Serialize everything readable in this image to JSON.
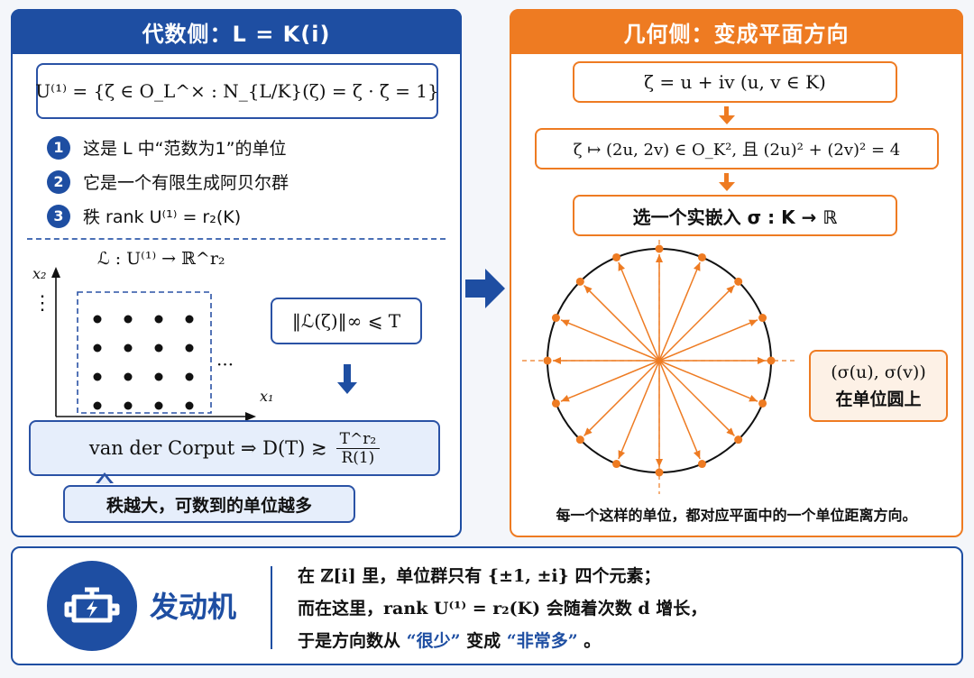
{
  "left_panel": {
    "title": "代数侧：L = K(i)",
    "definition": "U⁽¹⁾ = {ζ ∈ O_L^× : N_{L/K}(ζ) = ζ · ζ̄ = 1}",
    "items": [
      {
        "num": "1",
        "text": "这是 L 中“范数为1”的单位"
      },
      {
        "num": "2",
        "text": "它是一个有限生成阿贝尔群"
      },
      {
        "num": "3",
        "text": "秩 rank U⁽¹⁾ = r₂(K)"
      }
    ],
    "map_label": "ℒ : U⁽¹⁾ → ℝ^r₂",
    "axis_y": "x₂",
    "axis_x": "x₁",
    "vdots": "⋮",
    "hdots": "···",
    "norm_box": "‖ℒ(ζ)‖∞ ⩽ T",
    "corput_left": "van der Corput  ⇒  D(T) ≳",
    "frac_num": "T^r₂",
    "frac_den": "R(1)",
    "callout": "秩越大，可数到的单位越多"
  },
  "right_panel": {
    "title": "几何侧：变成平面方向",
    "step1": "ζ = u + iv    (u, v ∈ K)",
    "step2": "ζ ↦ (2u, 2v) ∈ O_K², 且 (2u)² + (2v)² = 4",
    "step3": "选一个实嵌入  σ : K → ℝ",
    "circle_box_line1": "(σ(u), σ(v))",
    "circle_box_line2": "在单位圆上",
    "caption": "每一个这样的单位，都对应平面中的一个单位距离方向。"
  },
  "bottom_panel": {
    "engine_label": "发动机",
    "line1": "在 ℤ[i] 里，单位群只有 {±1, ±i} 四个元素；",
    "line2": "而在这里，rank U⁽¹⁾ = r₂(K) 会随着次数 d 增长，",
    "line3_pre": "于是方向数从",
    "line3_q1": "“很少”",
    "line3_mid": "变成",
    "line3_q2": "“非常多”",
    "line3_end": "。"
  },
  "colors": {
    "blue": "#1e4ea2",
    "orange": "#ee7b22"
  },
  "icons": {
    "engine": "engine-icon",
    "arrow_right": "arrow-right-icon",
    "arrow_down": "arrow-down-icon"
  }
}
